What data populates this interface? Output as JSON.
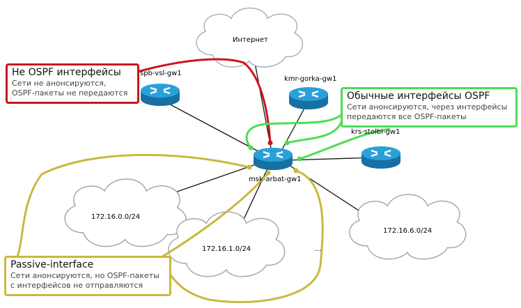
{
  "colors": {
    "red": "#c8161d",
    "green": "#4ddc56",
    "yellow": "#c9b83e",
    "router": "#1f8fc4"
  },
  "clouds": {
    "internet": "Интернет",
    "net0": "172.16.0.0/24",
    "net1": "172.16.1.0/24",
    "net6": "172.16.6.0/24",
    "ellipsis": "..."
  },
  "routers": {
    "spb": "spb-vsl-gw1",
    "kmr": "kmr-gorka-gw1",
    "krs": "krs-stolbi-gw1",
    "msk": "msk-arbat-gw1"
  },
  "callouts": {
    "non_ospf": {
      "title": "Не OSPF интерфейсы",
      "line1": "Сети не анонсируются,",
      "line2": "OSPF-пакеты не передаются"
    },
    "ospf": {
      "title": "Обычные интерфейсы OSPF",
      "line1": "Сети анонсируются, через интерфейсы",
      "line2": "передаются все OSPF-пакеты"
    },
    "passive": {
      "title": "Passive-interface",
      "line1": "Сети анонсируются, но OSPF-пакеты",
      "line2": "с интерфейсов не отправляются"
    }
  }
}
